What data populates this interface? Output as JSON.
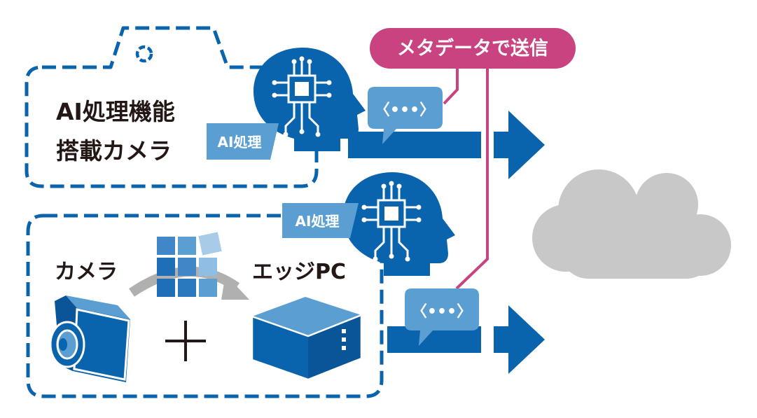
{
  "top_camera": {
    "title_line1": "AI処理機能",
    "title_line2": "搭載カメラ",
    "ai_tag": "AI処理"
  },
  "bottom_setup": {
    "camera_label": "カメラ",
    "plus_sign": "＋",
    "edge_pc_label": "エッジPC",
    "ai_tag": "AI処理"
  },
  "metadata_callout": "メタデータで送信",
  "message_bubble_text": "〈•••〉",
  "colors": {
    "blue": "#0a63ad",
    "mid_blue": "#5b9fd2",
    "light_blue": "#8fbde3",
    "magenta": "#c8437f",
    "cloud_gray": "#c8c8c8",
    "arrow_gray": "#b0b0b0",
    "text_dark": "#231815"
  },
  "icons": [
    "ai-head-icon",
    "camera-icon",
    "edge-pc-icon",
    "data-blocks-icon",
    "cloud-icon",
    "arrow-right-icon",
    "chat-bubble-icon"
  ]
}
